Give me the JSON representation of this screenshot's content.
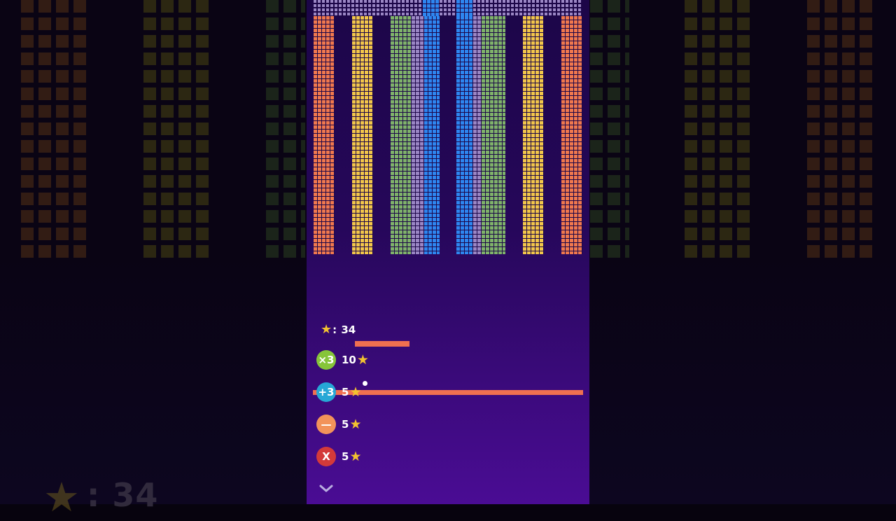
{
  "hud": {
    "score": "34"
  },
  "powerups": [
    {
      "name": "multiply",
      "symbol": "×3",
      "cost": "10",
      "color": "#86c53a"
    },
    {
      "name": "plus",
      "symbol": "+3",
      "cost": "5",
      "color": "#26a8d6"
    },
    {
      "name": "paddle",
      "symbol": "—",
      "cost": "5",
      "color": "#f2935a"
    },
    {
      "name": "remove",
      "symbol": "X",
      "cost": "5",
      "color": "#d33a3a"
    }
  ],
  "brick_colors": {
    "orange": "#f0784e",
    "yellow": "#f2c64a",
    "green": "#7fb26a",
    "lavender": "#9a86c4",
    "blue": "#2e86f0"
  },
  "icons": {
    "star": "star-icon",
    "chevron": "chevron-down-icon"
  }
}
